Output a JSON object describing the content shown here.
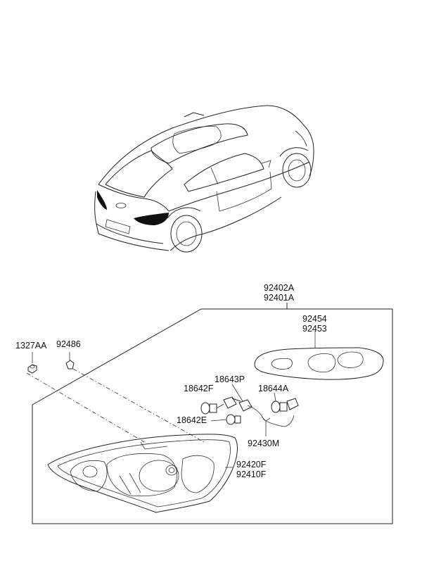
{
  "parts": {
    "housing_assembly": {
      "line1": "92402A",
      "line2": "92401A"
    },
    "gasket": {
      "line1": "92454",
      "line2": "92453"
    },
    "nut": "1327AA",
    "clip": "92486",
    "bulb_socket": "18643P",
    "bulb_f": "18642F",
    "bulb_e": "18642E",
    "bulb_a": "18644A",
    "wiring": "92430M",
    "lamp": {
      "line1": "92420F",
      "line2": "92410F"
    }
  }
}
